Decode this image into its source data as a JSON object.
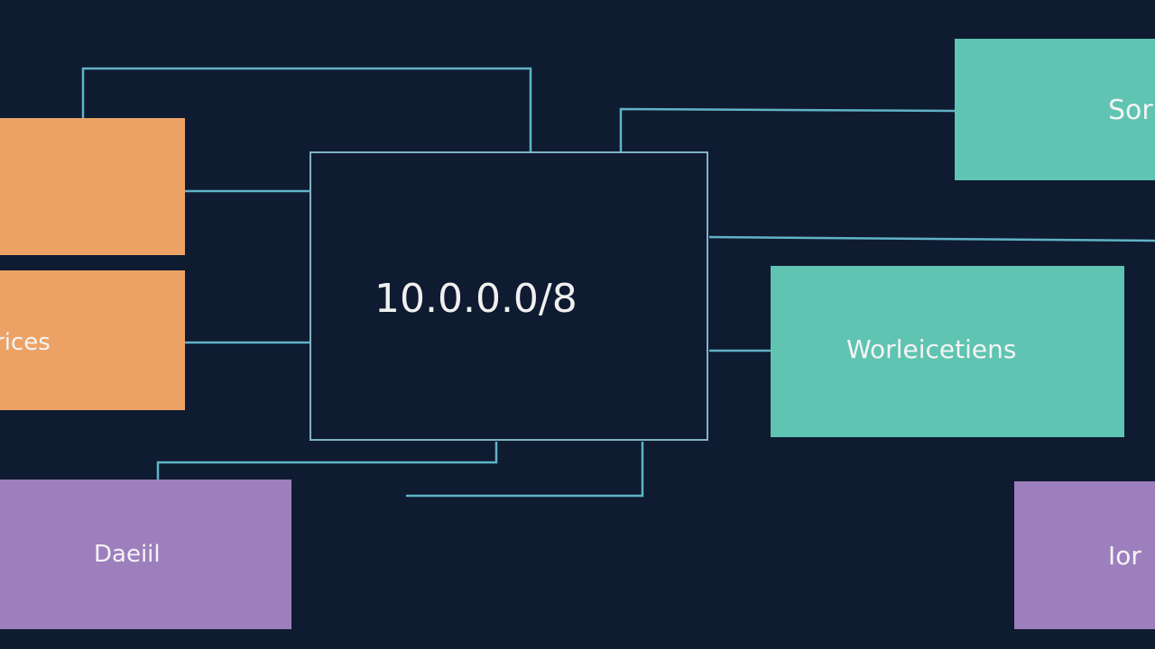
{
  "colors": {
    "background": "#0f1b31",
    "connector": "#5fb4c6",
    "orange": "#eda265",
    "teal": "#5fc4b1",
    "purple": "#9d7fbd"
  },
  "center_node": {
    "label": "10.0.0.0/8"
  },
  "nodes": {
    "orange_top": {
      "label": ""
    },
    "orange_bottom": {
      "label": "rices"
    },
    "teal_top": {
      "label": "Sor"
    },
    "teal_middle": {
      "label": "Worleicetiens"
    },
    "purple_left": {
      "label": "Daeiil"
    },
    "purple_right": {
      "label": "Ior"
    }
  }
}
